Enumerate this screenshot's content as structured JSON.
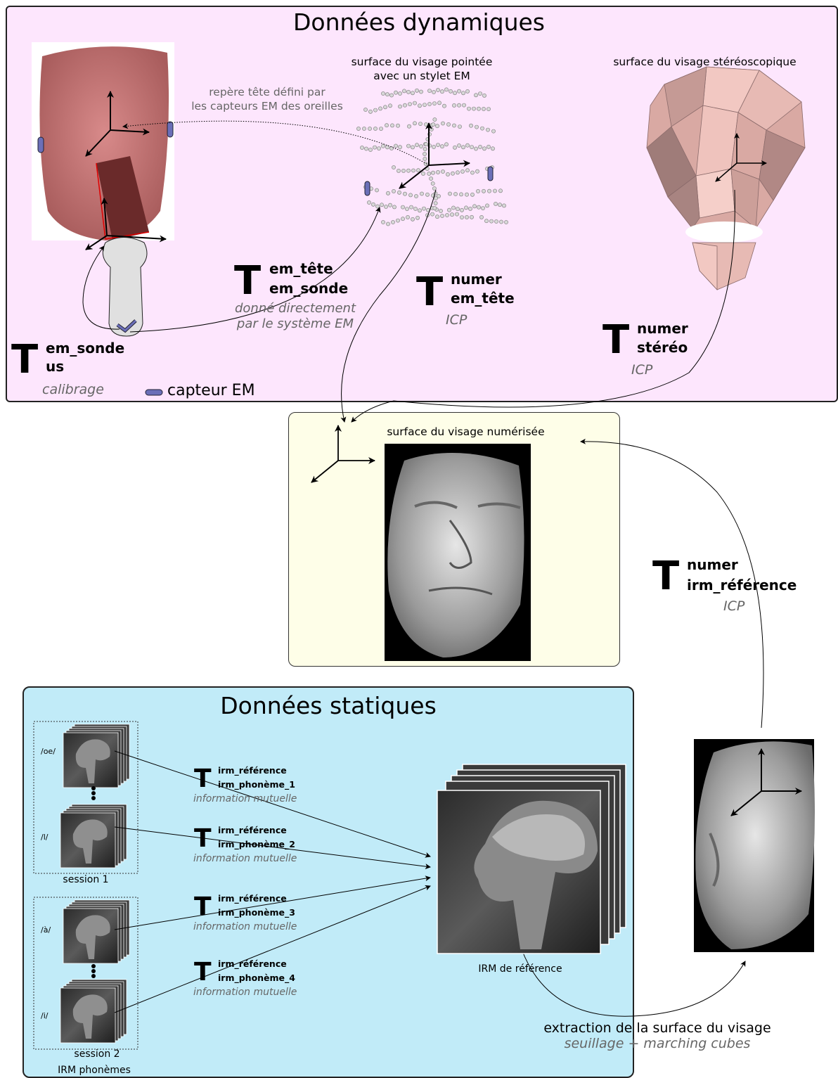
{
  "dynamic": {
    "title": "Données dynamiques",
    "pointed_surface_label": "surface du visage pointée\navec un stylet EM",
    "stereo_surface_label": "surface du visage stéréoscopique",
    "head_frame_label": "repère tête défini par\nles capteurs EM des oreilles",
    "sensor_legend": "capteur EM",
    "transforms": [
      {
        "symbol": "T",
        "sup": "em_sonde",
        "sub": "us",
        "method": "calibrage"
      },
      {
        "symbol": "T",
        "sup": "em_tête",
        "sub": "em_sonde",
        "method": "donné directement\npar le système EM"
      },
      {
        "symbol": "T",
        "sup": "numer",
        "sub": "em_tête",
        "method": "ICP"
      },
      {
        "symbol": "T",
        "sup": "numer",
        "sub": "stéréo",
        "method": "ICP"
      }
    ]
  },
  "numerized": {
    "label": "surface du visage numérisée"
  },
  "registration": {
    "symbol": "T",
    "sup": "numer",
    "sub": "irm_référence",
    "method": "ICP"
  },
  "static": {
    "title": "Données statiques",
    "session1": {
      "label": "session 1",
      "phonemes": [
        "/oe/",
        "/l/"
      ]
    },
    "session2": {
      "label": "session 2",
      "phonemes": [
        "/à/",
        "/i/"
      ]
    },
    "phonemes_label": "IRM phonèmes",
    "reference_label": "IRM de référence",
    "transforms": [
      {
        "symbol": "T",
        "sup": "irm_référence",
        "sub": "irm_phonème_1",
        "method": "information mutuelle"
      },
      {
        "symbol": "T",
        "sup": "irm_référence",
        "sub": "irm_phonème_2",
        "method": "information mutuelle"
      },
      {
        "symbol": "T",
        "sup": "irm_référence",
        "sub": "irm_phonème_3",
        "method": "information mutuelle"
      },
      {
        "symbol": "T",
        "sup": "irm_référence",
        "sub": "irm_phonème_4",
        "method": "information mutuelle"
      }
    ]
  },
  "extraction": {
    "title": "extraction de la surface du visage",
    "method": "seuillage + marching cubes"
  },
  "colors": {
    "dynamic_bg": "#fde6fd",
    "numerized_bg": "#fefee8",
    "static_bg": "#c1ebf8",
    "sensor": "#6b6fb8"
  }
}
